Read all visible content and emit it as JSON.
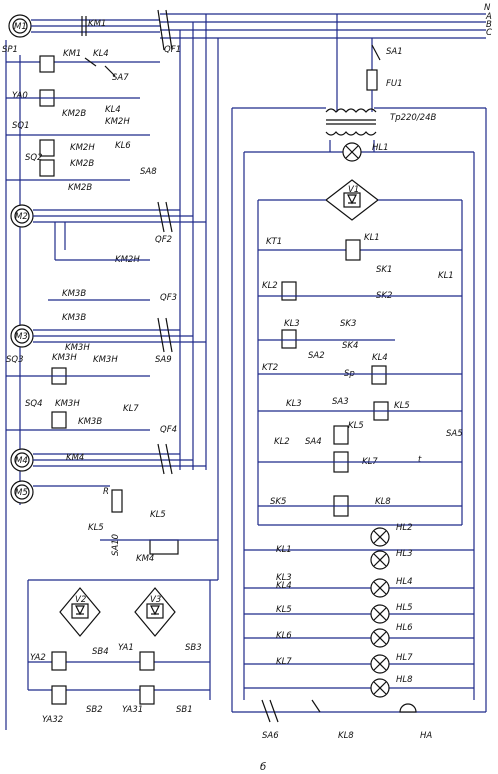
{
  "sheet_label": "б",
  "phases": [
    "N",
    "A",
    "B",
    "C"
  ],
  "motors": [
    "M1",
    "M2",
    "M3",
    "M4",
    "M5"
  ],
  "breakers": [
    "QF1",
    "QF2",
    "QF3",
    "QF4"
  ],
  "labels": {
    "KM1": "KM1",
    "KM1b": "KM1",
    "KL4": "KL4",
    "KL4b": "KL4",
    "SA7": "SA7",
    "SP1": "SP1",
    "YA0": "YA0",
    "KM2B": "KM2B",
    "KM2H": "KM2H",
    "SQ1": "SQ1",
    "SQ2": "SQ2",
    "KM2Ha": "KM2H",
    "KM2Bb": "KM2B",
    "KM2Bc": "KM2B",
    "KL6": "KL6",
    "SA8": "SA8",
    "KM2Hb": "KM2H",
    "KM3B": "KM3B",
    "KM3Bb": "KM3B",
    "KM3H": "KM3H",
    "SQ3": "SQ3",
    "KM3Hb": "KM3H",
    "KM3Hc": "KM3H",
    "SA9": "SA9",
    "SQ4": "SQ4",
    "KM3Hd": "KM3H",
    "KM3Bc": "KM3B",
    "KL7": "KL7",
    "KM4": "KM4",
    "R": "R",
    "KL5": "KL5",
    "KL5b": "KL5",
    "SA10": "SA10",
    "KM4b": "KM4",
    "V2": "V2",
    "V3": "V3",
    "YA2": "YA2",
    "SB4": "SB4",
    "YA1": "YA1",
    "SB3": "SB3",
    "YA32": "YA32",
    "SB2": "SB2",
    "YA31": "YA31",
    "SB1": "SB1",
    "SA1": "SA1",
    "FU1": "FU1",
    "TR": "Тр220/24В",
    "HL1": "HL1",
    "V1": "V1",
    "KT1": "KT1",
    "KL1": "KL1",
    "SK1": "SK1",
    "KL2": "KL2",
    "SK2": "SK2",
    "KL1b": "KL1",
    "KL3": "KL3",
    "SK3": "SK3",
    "SK4": "SK4",
    "KT2": "KT2",
    "SA2": "SA2",
    "SP": "Sp",
    "KL4r": "KL4",
    "KL3b": "KL3",
    "SA3": "SA3",
    "KL5r": "KL5",
    "KL2b": "KL2",
    "SA4": "SA4",
    "KL5c": "KL5",
    "SA5": "SA5",
    "KL7r": "KL7",
    "t": "t",
    "SK5": "SK5",
    "KL8": "KL8",
    "HL2": "HL2",
    "HL3": "HL3",
    "HL4": "HL4",
    "HL5": "HL5",
    "HL6": "HL6",
    "HL7": "HL7",
    "HL8": "HL8",
    "KL1c": "KL1",
    "KL3c": "KL3",
    "KL4c": "KL4",
    "KL5d": "KL5",
    "KL6b": "KL6",
    "KL7b": "KL7",
    "SA6": "SA6",
    "KL8b": "KL8",
    "HA": "HA"
  }
}
